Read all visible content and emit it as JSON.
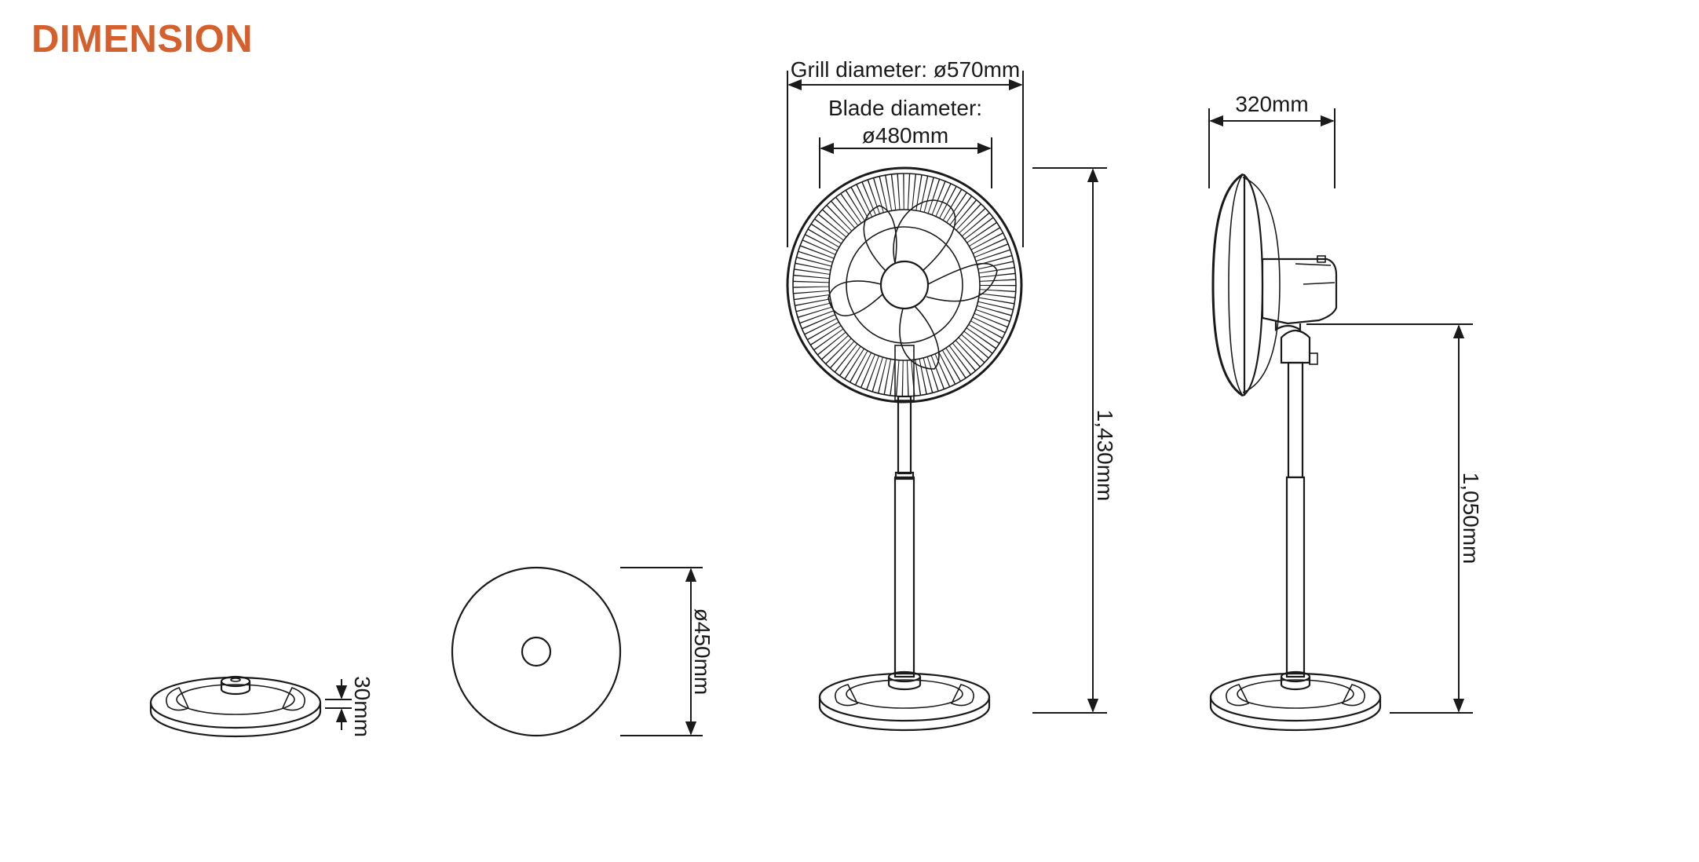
{
  "title": "DIMENSION",
  "accent_color": "#d4602d",
  "labels": {
    "grill_diameter": "Grill diameter: ø570mm",
    "blade_diameter_line1": "Blade diameter:",
    "blade_diameter_line2": "ø480mm",
    "depth": "320mm",
    "total_height": "1,430mm",
    "pivot_height": "1,050mm",
    "base_diameter": "ø450mm",
    "base_thickness": "30mm"
  }
}
